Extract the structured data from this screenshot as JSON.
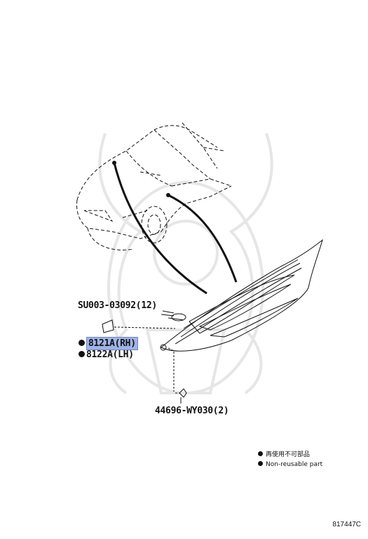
{
  "diagram": {
    "parts": {
      "screw": "SU003-03092(12)",
      "emblem_rh": "8121A(RH)",
      "emblem_lh": "8122A(LH)",
      "clip": "44696-WY030(2)"
    },
    "legend": {
      "chinese": "再使用不可部品",
      "english": "Non-reusable part"
    },
    "drawing_code": "817447C"
  }
}
